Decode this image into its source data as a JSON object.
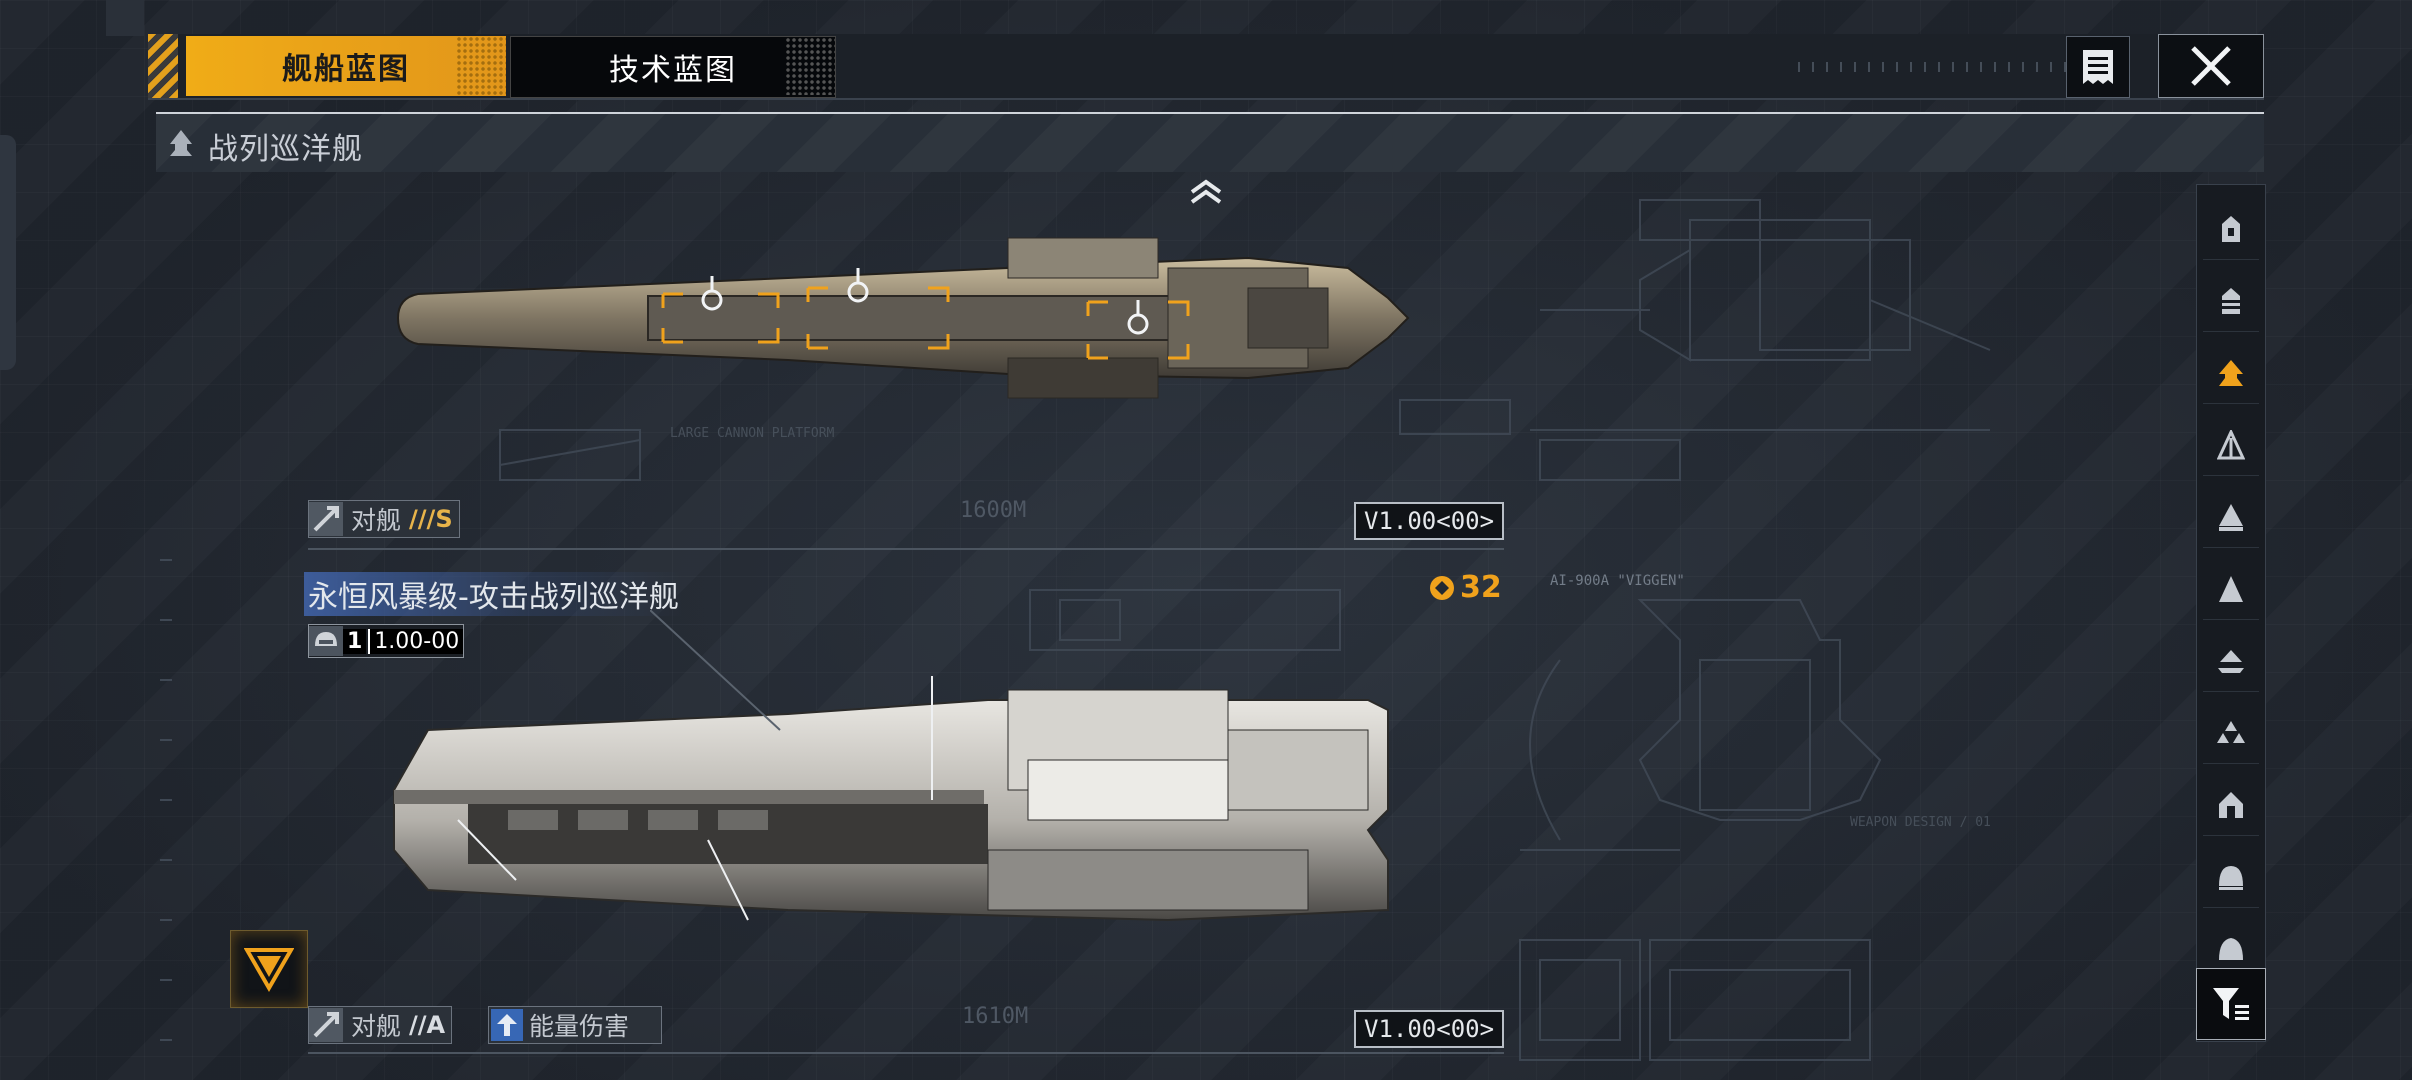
{
  "tabs": {
    "ship_blueprint": "舰船蓝图",
    "tech_blueprint": "技术蓝图"
  },
  "category": {
    "label": "战列巡洋舰"
  },
  "icons": {
    "document": "document-icon",
    "close": "close-icon",
    "scroll_up": "chevron-up-icon",
    "filter": "filter-icon"
  },
  "colors": {
    "accent": "#f0ac17",
    "selected_side": "#f0a21c",
    "energy": "#3767b5"
  },
  "ships": [
    {
      "role": "对舰",
      "grade": "///S",
      "length": "1600M",
      "version": "V1.00<00>"
    },
    {
      "name": "永恒风暴级-攻击战列巡洋舰",
      "count": "32",
      "level": "1",
      "level_value": "1.00-00",
      "role": "对舰",
      "grade": "//A",
      "damage_type": "能量伤害",
      "length": "1610M",
      "version": "V1.00<00>"
    }
  ],
  "blueprint_labels": {
    "large_cannon": "LARGE CANNON PLATFORM",
    "variant": "AI-900A \"VIGGEN\"",
    "weapon_design": "WEAPON DESIGN / 01"
  }
}
